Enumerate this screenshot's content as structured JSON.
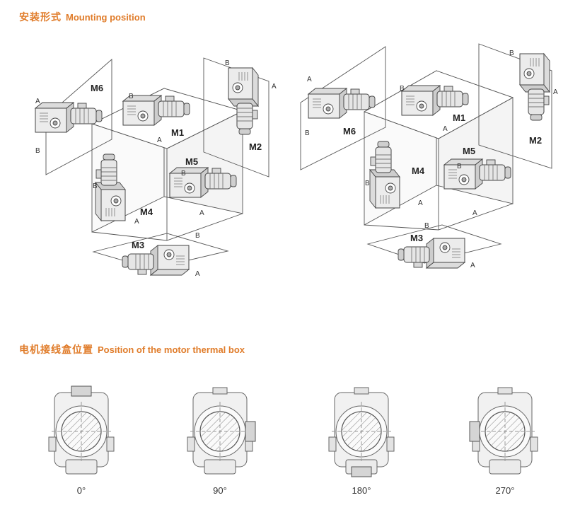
{
  "sections": {
    "mounting": {
      "title_cn": "安装形式",
      "title_en": "Mounting position"
    },
    "thermal": {
      "title_cn": "电机接线盒位置",
      "title_en": "Position of the motor thermal box"
    }
  },
  "diagram_left": {
    "positions": {
      "m1": "M1",
      "m2": "M2",
      "m3": "M3",
      "m4": "M4",
      "m5": "M5",
      "m6": "M6"
    },
    "side_a": "A",
    "side_b": "B"
  },
  "diagram_right": {
    "positions": {
      "m1": "M1",
      "m2": "M2",
      "m3": "M3",
      "m4": "M4",
      "m5": "M5",
      "m6": "M6"
    },
    "side_a": "A",
    "side_b": "B"
  },
  "box_positions": [
    "0°",
    "90°",
    "180°",
    "270°"
  ],
  "colors": {
    "accent": "#e07c2a",
    "line": "#555555",
    "fill": "#e9e9e9"
  }
}
